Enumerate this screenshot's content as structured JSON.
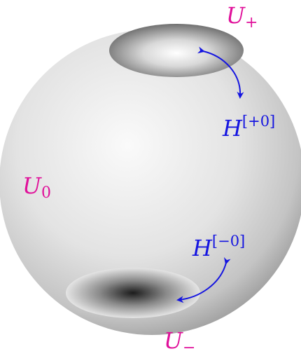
{
  "regions": {
    "top": {
      "letter": "U",
      "sub": "+"
    },
    "middle": {
      "letter": "U",
      "sub": "0"
    },
    "bottom": {
      "letter": "U",
      "sub": "−"
    }
  },
  "maps": {
    "upper": {
      "letter": "H",
      "sup": "[+0]"
    },
    "lower": {
      "letter": "H",
      "sup": "[−0]"
    }
  },
  "colors": {
    "region_label": "#e0109a",
    "map_label": "#1515e0",
    "arrow": "#1515e0"
  }
}
